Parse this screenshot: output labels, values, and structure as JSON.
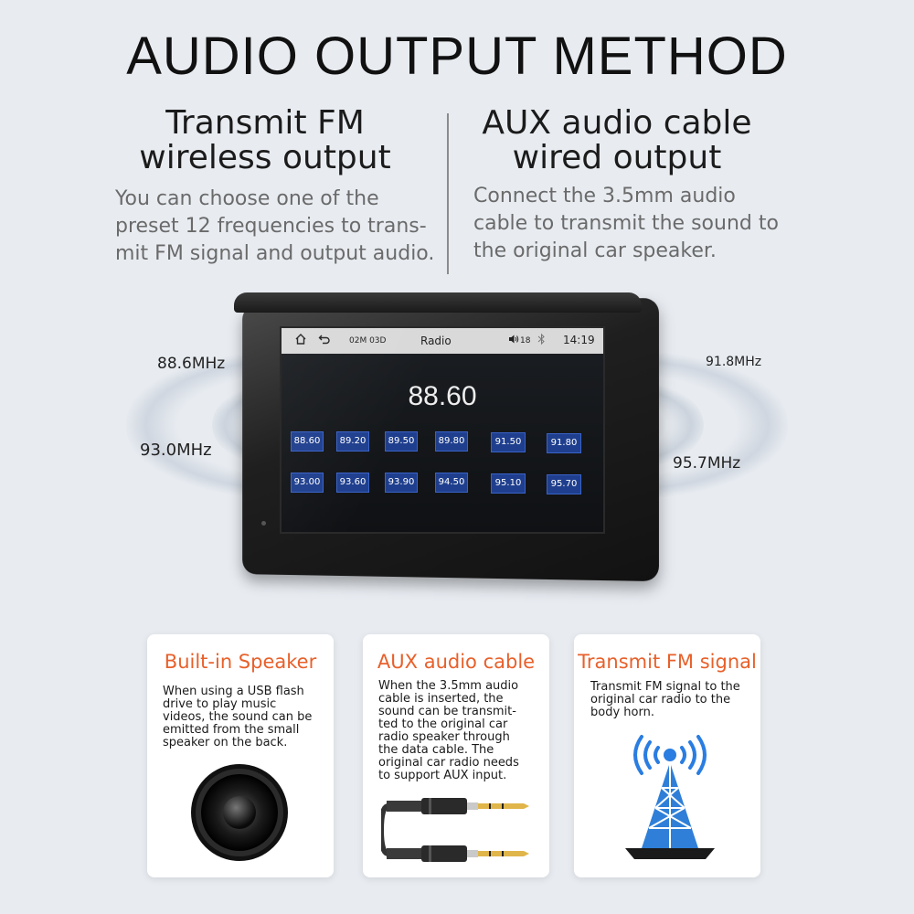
{
  "title": "AUDIO OUTPUT METHOD",
  "left_column": {
    "heading": [
      "Transmit FM",
      "wireless output"
    ],
    "description": [
      "You can choose one of the",
      "preset 12 frequencies to trans-",
      "mit FM signal and output audio."
    ]
  },
  "right_column": {
    "heading": [
      "AUX audio cable",
      "wired output"
    ],
    "description": [
      "Connect the 3.5mm audio",
      "cable to transmit the sound to",
      "the original car speaker."
    ]
  },
  "frequency_labels": {
    "top_left": "88.6MHz",
    "bottom_left": "93.0MHz",
    "top_right": "91.8MHz",
    "bottom_right": "95.7MHz"
  },
  "device": {
    "status_bar": {
      "date": "02M 03D",
      "screen_title": "Radio",
      "volume": "18",
      "time": "14:19",
      "icons": [
        "home-icon",
        "back-icon",
        "volume-icon",
        "bluetooth-icon"
      ]
    },
    "current_frequency": "88.60",
    "presets_row1": [
      "88.60",
      "89.20",
      "89.50",
      "89.80",
      "91.50",
      "91.80"
    ],
    "presets_row2": [
      "93.00",
      "93.60",
      "93.90",
      "94.50",
      "95.10",
      "95.70"
    ]
  },
  "cards": {
    "speaker": {
      "title": "Built-in Speaker",
      "text": [
        "When using a USB flash",
        "drive to play music",
        "videos, the sound can be",
        "emitted from the small",
        "speaker on the back."
      ],
      "icon": "speaker-icon"
    },
    "aux": {
      "title": "AUX audio cable",
      "text": [
        "When the 3.5mm audio",
        "cable is inserted, the",
        "sound can be transmit-",
        "ted to the original car",
        "radio speaker through",
        "the data cable. The",
        "original car radio needs",
        "to support AUX input."
      ],
      "icon": "aux-cable-icon"
    },
    "fm": {
      "title": "Transmit FM signal",
      "text": [
        "Transmit FM signal to the",
        "original car radio to the",
        "body horn."
      ],
      "icon": "radio-tower-icon"
    }
  },
  "colors": {
    "background": "#e8ecf1",
    "accent_orange": "#e8602a",
    "preset_blue": "#1f3f8e",
    "tower_blue": "#2a7de1"
  }
}
